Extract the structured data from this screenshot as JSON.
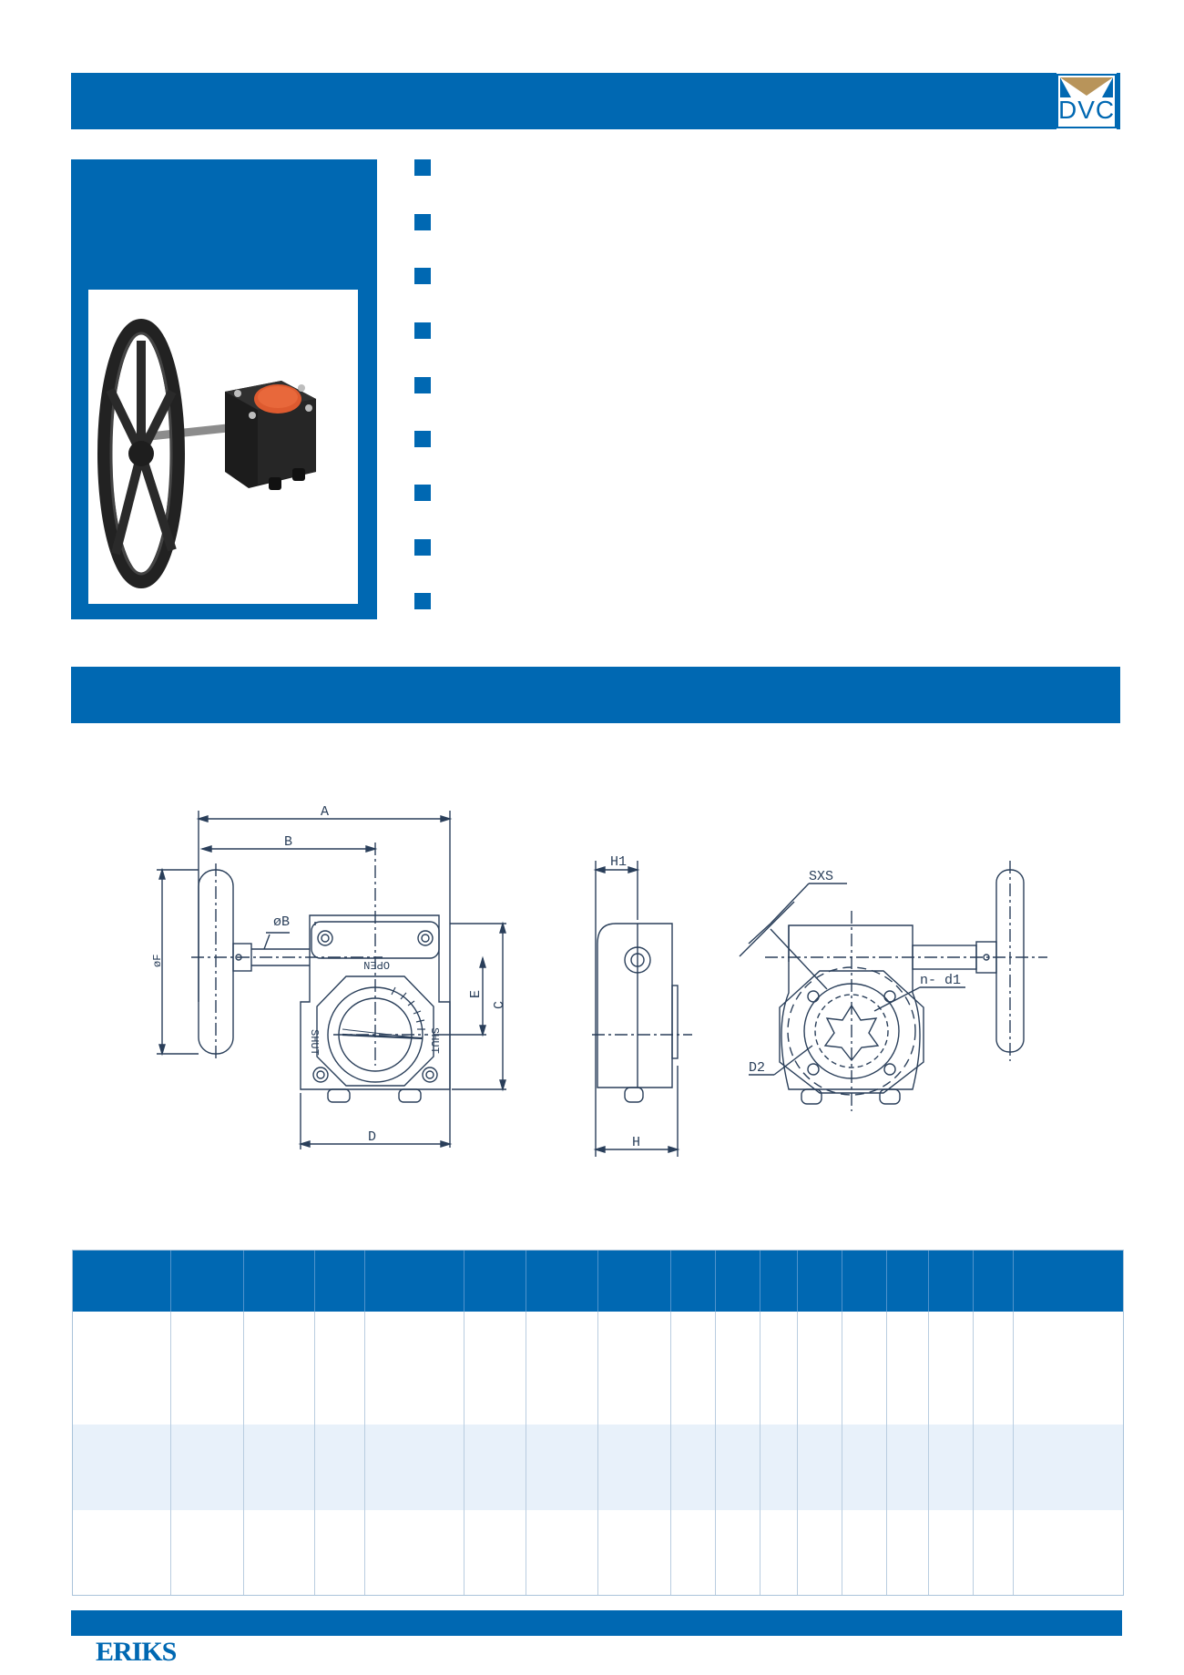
{
  "logo": {
    "text": "DVC",
    "colors": {
      "blue": "#0068b2",
      "gold": "#b8945a"
    }
  },
  "brand": {
    "name": "ERIKS"
  },
  "colors": {
    "accent": "#0068b2",
    "row_alt": "#e8f1fa"
  },
  "drawing_labels": {
    "A": "A",
    "B": "B",
    "phiB": "øB",
    "phiF": "øF",
    "C": "C",
    "D": "D",
    "E": "E",
    "open": "OPEN",
    "shut_left": "SHUT",
    "shut_right": "SHUT",
    "H": "H",
    "H1": "H1",
    "SXS": "SXS",
    "n_d1": "n-  d1",
    "D2": "D2"
  },
  "bullets_count": 9,
  "table": {
    "columns": 17,
    "rows": 3
  }
}
